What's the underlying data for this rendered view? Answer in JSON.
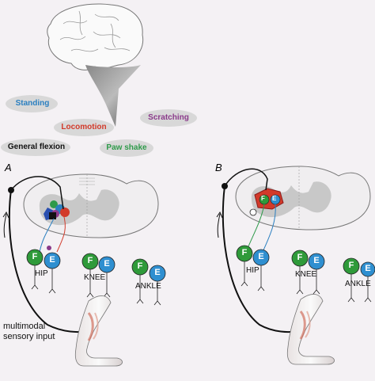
{
  "behaviors": {
    "standing": "Standing",
    "locomotion": "Locomotion",
    "scratching": "Scratching",
    "general_flexion": "General flexion",
    "paw_shake": "Paw shake"
  },
  "panels": {
    "a": "A",
    "b": "B"
  },
  "neuron_labels": {
    "flexor": "F",
    "extensor": "E"
  },
  "joints": {
    "hip": "HIP",
    "knee": "KNEE",
    "ankle": "ANKLE"
  },
  "sensory_input": "multimodal sensory input",
  "colors": {
    "standing": "#2a7fc0",
    "locomotion": "#d23a2a",
    "scratching": "#8a3a8a",
    "paw_shake": "#2e9a4a",
    "general_flexion": "#111111",
    "flexor": "#2f9a3a",
    "extensor": "#2f8fd0"
  }
}
